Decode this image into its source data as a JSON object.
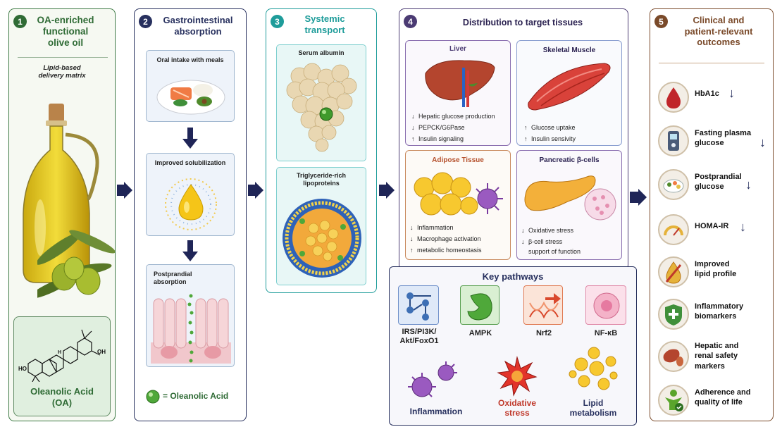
{
  "panel1": {
    "number": "1",
    "title_line1": "OA-enriched",
    "title_line2": "functional",
    "title_line3": "olive oil",
    "subtitle_line1": "Lipid-based",
    "subtitle_line2": "delivery matrix",
    "structure_ho": "HO",
    "structure_oh": "OH",
    "structure_h": "H",
    "compound_line1": "Oleanolic Acid",
    "compound_line2": "(OA)"
  },
  "panel2": {
    "number": "2",
    "title_line1": "Gastrointestinal",
    "title_line2": "absorption",
    "step1": "Oral intake with meals",
    "step2": "Improved solubilization",
    "step3_line1": "Postprandial",
    "step3_line2": "absorption",
    "legend": "= Oleanolic Acid"
  },
  "panel3": {
    "number": "3",
    "title_line1": "Systemic",
    "title_line2": "transport",
    "box1": "Serum albumin",
    "box2_line1": "Triglyceride-rich",
    "box2_line2": "lipoproteins"
  },
  "panel4": {
    "number": "4",
    "title": "Distribution to target tissues",
    "liver": {
      "title": "Liver",
      "effects": [
        {
          "arrow": "↓",
          "text": "Hepatic glucose production"
        },
        {
          "arrow": "↓",
          "text": "PEPCK/G6Pase"
        },
        {
          "arrow": "↑",
          "text": "Insulin signaling"
        }
      ]
    },
    "muscle": {
      "title": "Skeletal Muscle",
      "effects": [
        {
          "arrow": "↑",
          "text": "Glucose uptake"
        },
        {
          "arrow": "↑",
          "text": "Insulin sensivity"
        }
      ]
    },
    "adipose": {
      "title": "Adipose Tissue",
      "effects": [
        {
          "arrow": "↓",
          "text": "Inflammation"
        },
        {
          "arrow": "↓",
          "text": "Macrophage activation"
        },
        {
          "arrow": "↑",
          "text": "metabolic homeostasis"
        }
      ]
    },
    "pancreas": {
      "title": "Pancreatic β-cells",
      "effects": [
        {
          "arrow": "↓",
          "text": "Oxidative stress"
        },
        {
          "arrow": "↓",
          "text": "β-cell stress"
        },
        {
          "arrow": "",
          "text": "support of function"
        }
      ]
    }
  },
  "pathways": {
    "title": "Key pathways",
    "irs_line1": "IRS/PI3K/",
    "irs_line2": "Akt/FoxO1",
    "ampk": "AMPK",
    "nrf2": "Nrf2",
    "nfkb": "NF-κB",
    "inflammation": "Inflammation",
    "oxidative_line1": "Oxidative",
    "oxidative_line2": "stress",
    "lipid_line1": "Lipid",
    "lipid_line2": "metabolism"
  },
  "panel5": {
    "number": "5",
    "title_line1": "Clinical and",
    "title_line2": "patient-relevant",
    "title_line3": "outcomes",
    "outcomes": [
      {
        "line1": "HbA1c",
        "line2": "",
        "arrow": "↓"
      },
      {
        "line1": "Fasting plasma",
        "line2": "glucose",
        "arrow": "↓"
      },
      {
        "line1": "Postprandial",
        "line2": "glucose",
        "arrow": "↓"
      },
      {
        "line1": "HOMA-IR",
        "line2": "",
        "arrow": "↓"
      },
      {
        "line1": "Improved",
        "line2": "lipid profile",
        "arrow": ""
      },
      {
        "line1": "Inflammatory",
        "line2": "biomarkers",
        "arrow": ""
      },
      {
        "line1": "Hepatic and",
        "line2": "renal safety",
        "line3": "markers",
        "arrow": ""
      },
      {
        "line1": "Adherence and",
        "line2": "quality of life",
        "arrow": ""
      }
    ]
  },
  "colors": {
    "green": "#2f6b35",
    "navy": "#27305e",
    "teal": "#1e9c9a",
    "purple": "#4b3b73",
    "brown": "#7a4a2a",
    "red_text": "#c0392b"
  }
}
